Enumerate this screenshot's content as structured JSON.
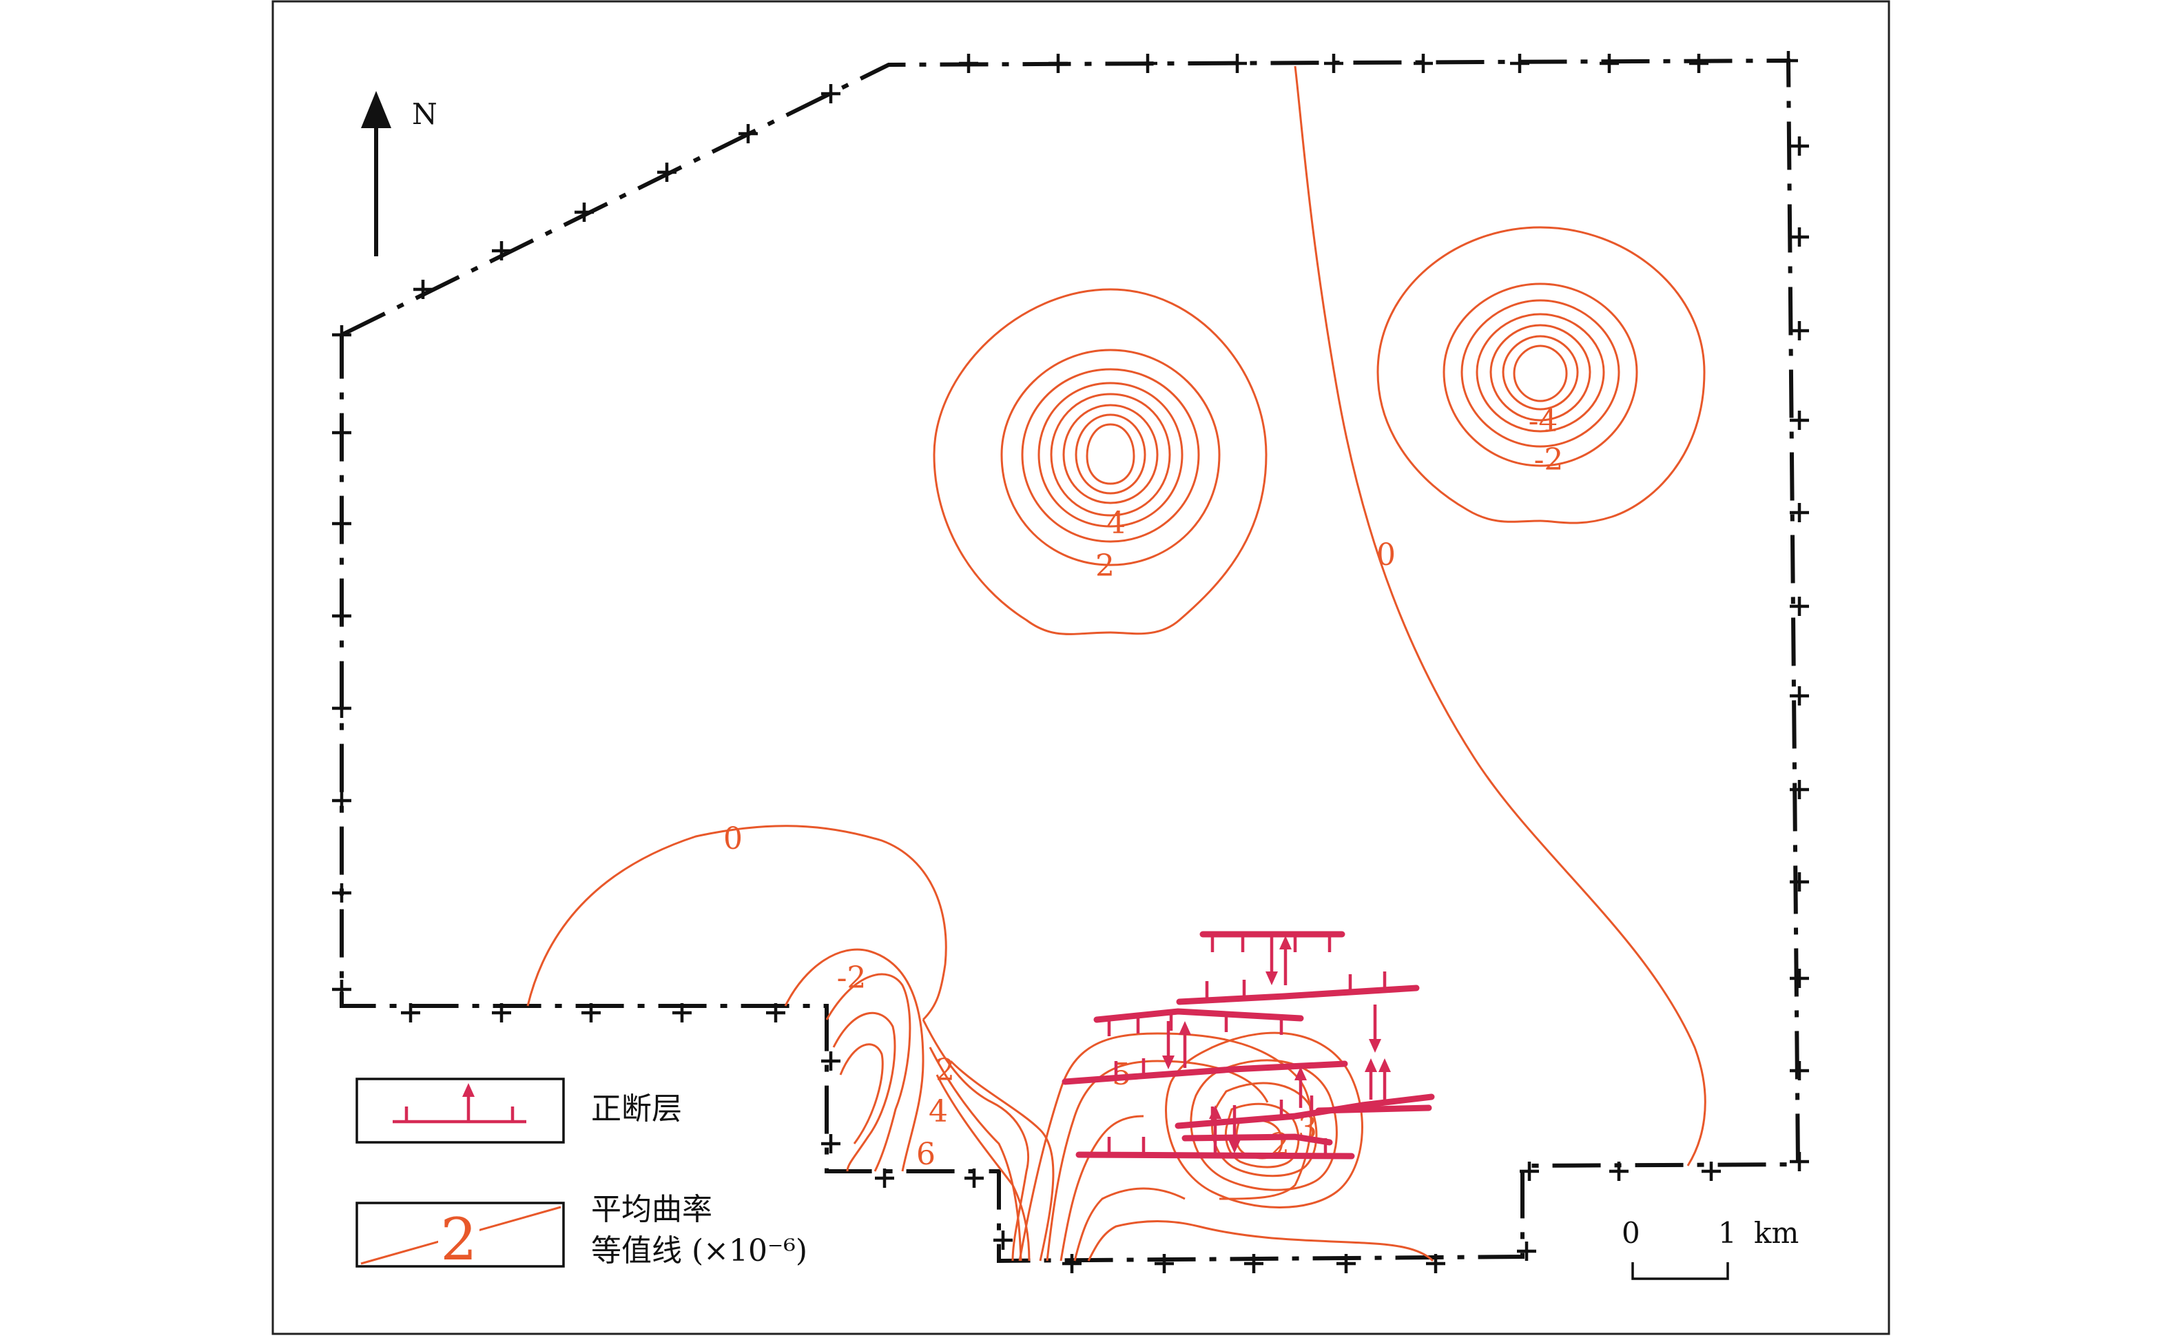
{
  "map": {
    "north_label": "N",
    "scale": {
      "ticks": [
        "0",
        "1"
      ],
      "unit": "km"
    },
    "contour_labels": {
      "north_west_high_inner": "4",
      "north_west_high_outer": "2",
      "north_east_low_inner": "-4",
      "north_east_low_outer": "-2",
      "central_zero": "0",
      "south_west_zero": "0",
      "south_low": "-2",
      "south_high_a": "2",
      "south_high_b": "4",
      "south_high_c": "6",
      "south_central_a": "5",
      "south_central_b": "3",
      "south_central_c": "2"
    },
    "legend": {
      "fault_label": "正断层",
      "contour_label_line1": "平均曲率",
      "contour_label_line2": "等值线 (×10⁻⁶)",
      "contour_sample_value": "2"
    },
    "colors": {
      "contour": "#e8582a",
      "fault": "#d62a55",
      "boundary": "#111111"
    }
  }
}
